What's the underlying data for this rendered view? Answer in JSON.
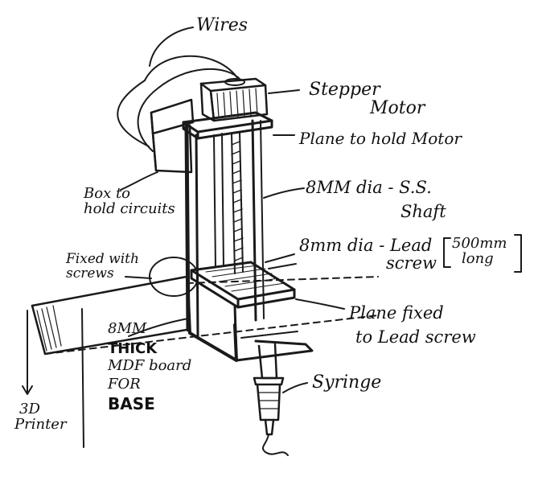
{
  "labels": {
    "wires": "Wires",
    "stepper_line1": "Stepper",
    "stepper_line2": "Motor",
    "plane_motor": "Plane to hold Motor",
    "shaft_line1": "8MM dia - S.S.",
    "shaft_line2": "Shaft",
    "box_line1": "Box to",
    "box_line2": "hold circuits",
    "lead_line1": "8mm dia - Lead",
    "lead_line2": "screw",
    "length_line1": "500mm",
    "length_line2": "long",
    "fixed_line1": "Fixed with",
    "fixed_line2": "screws",
    "plane_lead_line1": "Plane fixed",
    "plane_lead_line2": "to Lead screw",
    "base_line1": "8MM",
    "base_line2": "THICK",
    "base_line3": "MDF board",
    "base_line4": "FOR",
    "base_line5": "BASE",
    "printer_line1": "3D",
    "printer_line2": "Printer",
    "syringe": "Syringe"
  },
  "colors": {
    "ink": "#1a1a1a",
    "paper": "#ffffff"
  }
}
